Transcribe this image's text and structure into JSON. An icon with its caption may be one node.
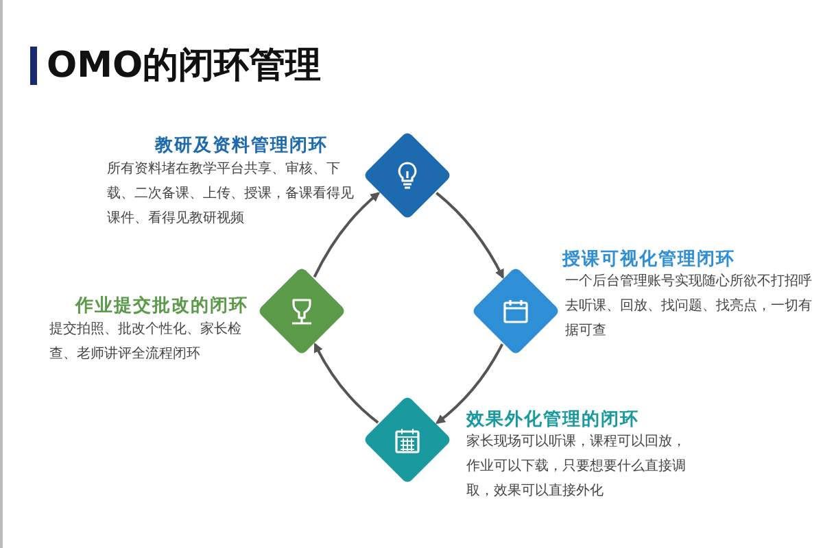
{
  "diagram": {
    "title": "OMO的闭环管理",
    "nodes": [
      {
        "text": [
          "教研及资料管理闭环",
          "所有资料堵在教学平台共享、审核、下载、二次备课、上传、授课，备课看得见课件、看得见教研视频"
        ]
      },
      {
        "text": [
          "授课可视化管理闭环",
          "一个后台管理账号实现随心所欲不打招呼去听课、回放、找问题、找亮点，一切有据可查"
        ]
      },
      {
        "text": [
          "效果外化管理的闭环",
          "家长现场可以听课，课程可以回放，作业可以下载，只要想要什么直接调取，效果可以直接外化"
        ]
      },
      {
        "text": [
          "作业提交批改的闭环",
          "提交拍照、批改个性化、家长检查、老师讲评全流程闭环"
        ]
      }
    ],
    "edges": [
      {
        "from": 0,
        "to": 1,
        "arrow": "to"
      },
      {
        "from": 1,
        "to": 2,
        "arrow": "to"
      },
      {
        "from": 2,
        "to": 3,
        "arrow": "to"
      },
      {
        "from": 3,
        "to": 0,
        "arrow": "to"
      }
    ]
  }
}
